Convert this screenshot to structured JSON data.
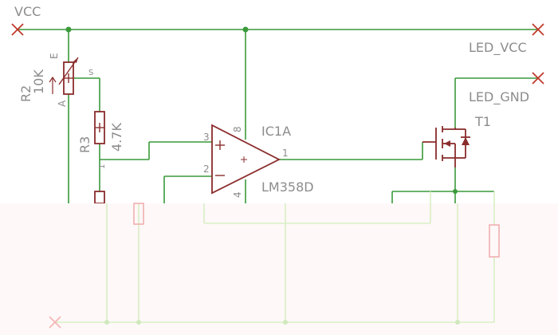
{
  "colors": {
    "wire": "#3a9a3a",
    "component": "#8b2c2c",
    "text": "#8c8c8c",
    "marker": "#c0392b",
    "faded_wire": "#d7efc5",
    "faded_component": "#f0b0b0",
    "faded_bg": "#fff8f8"
  },
  "nets": {
    "vcc": "VCC",
    "led_vcc": "LED_VCC",
    "led_gnd": "LED_GND"
  },
  "components": {
    "r2": {
      "name": "R2",
      "value": "10K",
      "pin_e": "E",
      "pin_a": "A",
      "pin_s": "S"
    },
    "r3": {
      "name": "R3",
      "value": "4.7K",
      "pin_1": "1"
    },
    "ic1a": {
      "name": "IC1A",
      "part": "LM358D",
      "pin_in_plus": "3",
      "pin_in_minus": "2",
      "pin_out": "1",
      "pin_vcc": "8",
      "pin_gnd": "4"
    },
    "t1": {
      "name": "T1"
    }
  }
}
